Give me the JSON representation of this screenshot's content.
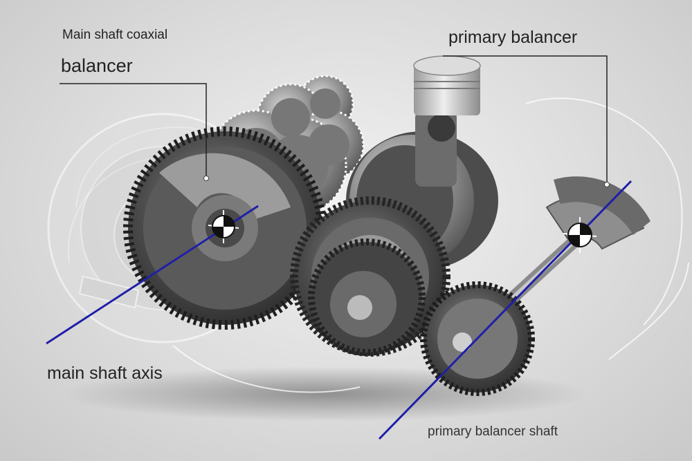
{
  "labels": {
    "main_shaft_coaxial_line1": "Main shaft coaxial",
    "main_shaft_coaxial_line2": "balancer",
    "primary_balancer": "primary balancer",
    "main_shaft_axis": "main shaft axis",
    "primary_balancer_shaft": "primary balancer shaft"
  },
  "colors": {
    "axis_line": "#1f1fa8",
    "leader_line": "#222222",
    "gear_dark": "#3c3c3c",
    "gear_mid": "#6e6e6e",
    "gear_light": "#a8a8a8",
    "ghost": "#e6e6e6"
  },
  "icons": [
    "balance-center-marker-icon"
  ]
}
